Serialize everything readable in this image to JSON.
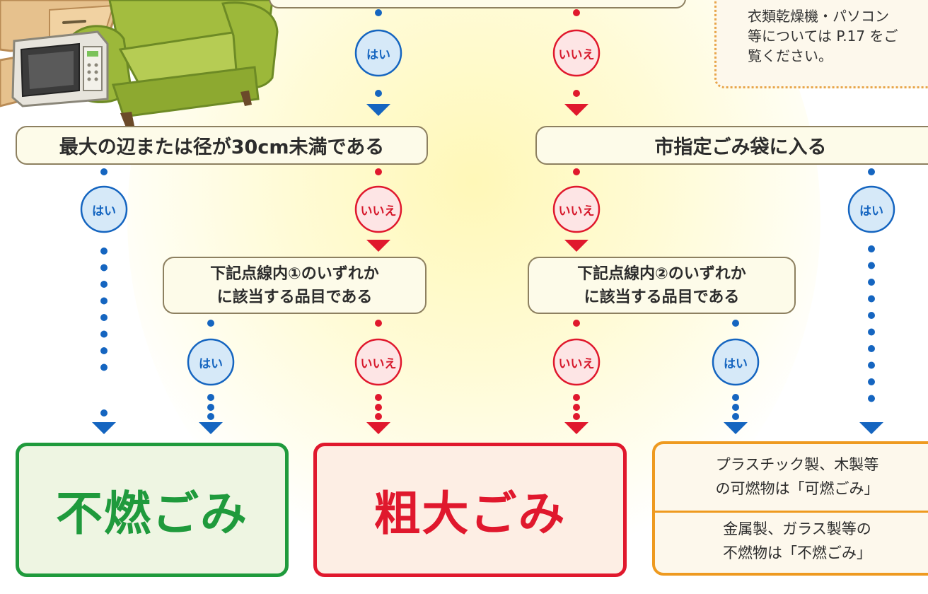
{
  "questions": {
    "size": "最大の辺または径が30cm未満である",
    "bag": "市指定ごみ袋に入る",
    "list1": [
      "下記点線内①のいずれか",
      "に該当する品目である"
    ],
    "list2": [
      "下記点線内②のいずれか",
      "に該当する品目である"
    ]
  },
  "answers": {
    "yes": "はい",
    "no": "いいえ"
  },
  "note": {
    "lines": [
      "衣類乾燥機・パソコン",
      "等については P.17 をご",
      "覧ください。"
    ]
  },
  "results": {
    "funen": "不燃ごみ",
    "sodai": "粗大ごみ",
    "sort_top": [
      "プラスチック製、木製等",
      "の可燃物は「可燃ごみ」"
    ],
    "sort_bottom": [
      "金属製、ガラス製等の",
      "不燃物は「不燃ごみ」"
    ]
  },
  "colors": {
    "yes": "#1565c0",
    "no": "#e0182d",
    "funen": "#1f9a3c",
    "sodai": "#e0182d",
    "sort": "#ee9a20",
    "box_border": "#8d8060",
    "box_fill": "#fdfbe9"
  },
  "icons": [
    "sofa-illustration",
    "microwave-illustration",
    "chest-illustration"
  ]
}
